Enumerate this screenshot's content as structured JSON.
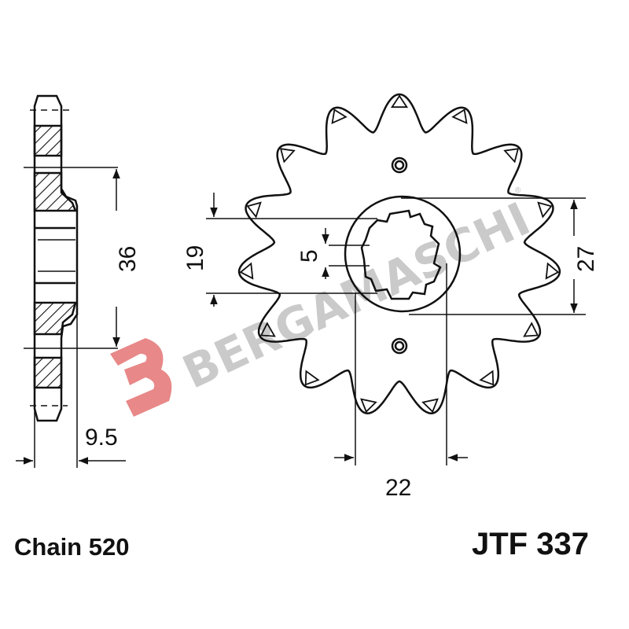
{
  "drawing": {
    "side_view": {
      "dim_height": "36",
      "dim_width": "9.5"
    },
    "front_view": {
      "teeth": 15,
      "dim_inner": "19",
      "dim_spline": "5",
      "dim_outer": "27",
      "dim_bottom": "22"
    }
  },
  "captions": {
    "chain": "Chain 520",
    "part_number": "JTF 337"
  },
  "watermark": {
    "text": "BERGAMASCHI",
    "registered": "®",
    "logo_color": "#e06060",
    "text_color": "#b9b9b9"
  }
}
